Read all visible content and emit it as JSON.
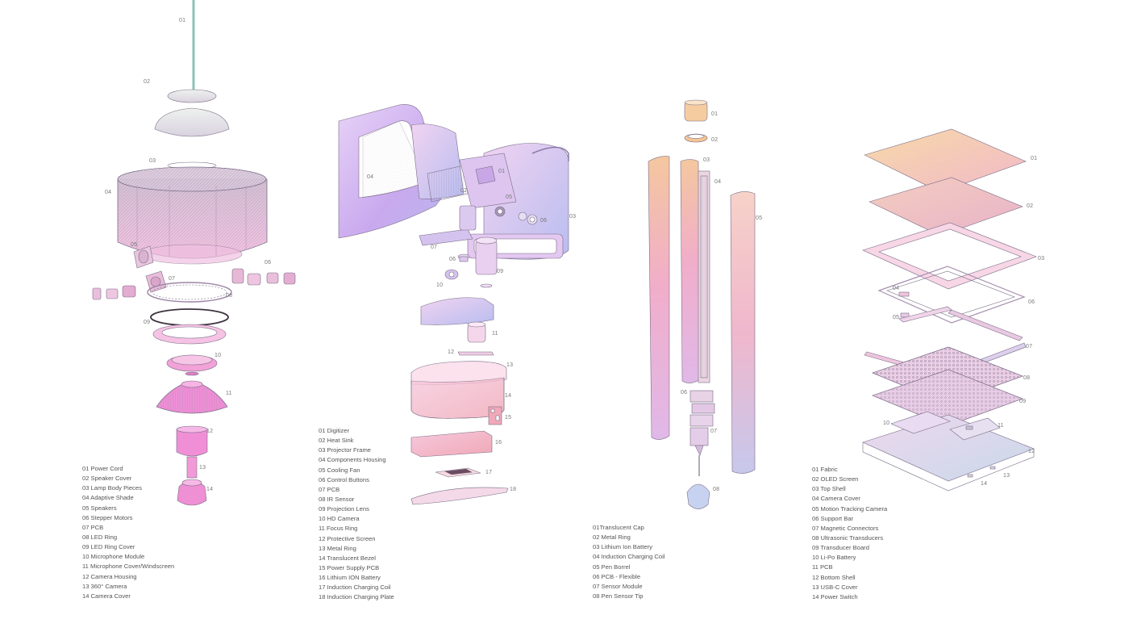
{
  "colors": {
    "lavender": "#c6a8ee",
    "pink": "#f2a8d6",
    "peach": "#f4c9a5",
    "magenta": "#ea7fd2",
    "steel": "#b4c2ea",
    "line": "#7a6d86",
    "cord": "#88c2ba"
  },
  "lamp": {
    "callouts": [
      "01",
      "02",
      "03",
      "04",
      "05",
      "06",
      "07",
      "08",
      "09",
      "10",
      "11",
      "12",
      "13",
      "14"
    ],
    "legend": [
      "01 Power Cord",
      "02 Speaker Cover",
      "03 Lamp Body Pieces",
      "04 Adaptive Shade",
      "05 Speakers",
      "06 Stepper Motors",
      "07 PCB",
      "08 LED Ring",
      "09 LED Ring Cover",
      "10 Microphone Module",
      "11 Microphone Cover/Windscreen",
      "12 Camera Housing",
      "13 360° Camera",
      "14 Camera Cover"
    ]
  },
  "projector": {
    "callouts": [
      "01",
      "02",
      "03",
      "04",
      "05",
      "06",
      "07",
      "06",
      "09",
      "10",
      "11",
      "12",
      "13",
      "14",
      "15",
      "16",
      "17",
      "18"
    ],
    "legend": [
      "01 Digitizer",
      "02 Heat Sink",
      "03 Projector Frame",
      "04 Components Housing",
      "05 Cooling Fan",
      "06 Control Buttons",
      "07 PCB",
      "08 IR Sensor",
      "09 Projection Lens",
      "10 HD Camera",
      "11 Focus Ring",
      "12 Protective Screen",
      "13 Metal Ring",
      "14 Translucent Bezel",
      "15 Power Supply PCB",
      "16 Lithium ION Battery",
      "17 Induction Charging Coil",
      "18 Induction Charging Plate"
    ]
  },
  "pen": {
    "callouts": [
      "01",
      "02",
      "03",
      "04",
      "05",
      "06",
      "07",
      "08"
    ],
    "legend": [
      "01Translucent Cap",
      "02 Metal Ring",
      "03 Lithium Ion Battery",
      "04 Induction Charging Coil",
      "05 Pen Borrel",
      "06 PCB - Flexible",
      "07 Sensor Module",
      "08 Pen Sensor Tip"
    ]
  },
  "pad": {
    "callouts": [
      "01",
      "02",
      "03",
      "04",
      "05",
      "06",
      "07",
      "08",
      "09",
      "10",
      "11",
      "12",
      "13",
      "14"
    ],
    "legend": [
      "01 Fabric",
      "02 OLED Screen",
      "03 Top Shell",
      "04 Camera Cover",
      "05 Motion Tracking Camera",
      "06 Support Bar",
      "07 Magnetic Connectors",
      "08 Ultrasonic Transducers",
      "09 Transducer Board",
      "10 Li-Po Battery",
      "11 PCB",
      "12 Bottom Shell",
      "13 USB-C Cover",
      "14 Power Switch"
    ]
  }
}
